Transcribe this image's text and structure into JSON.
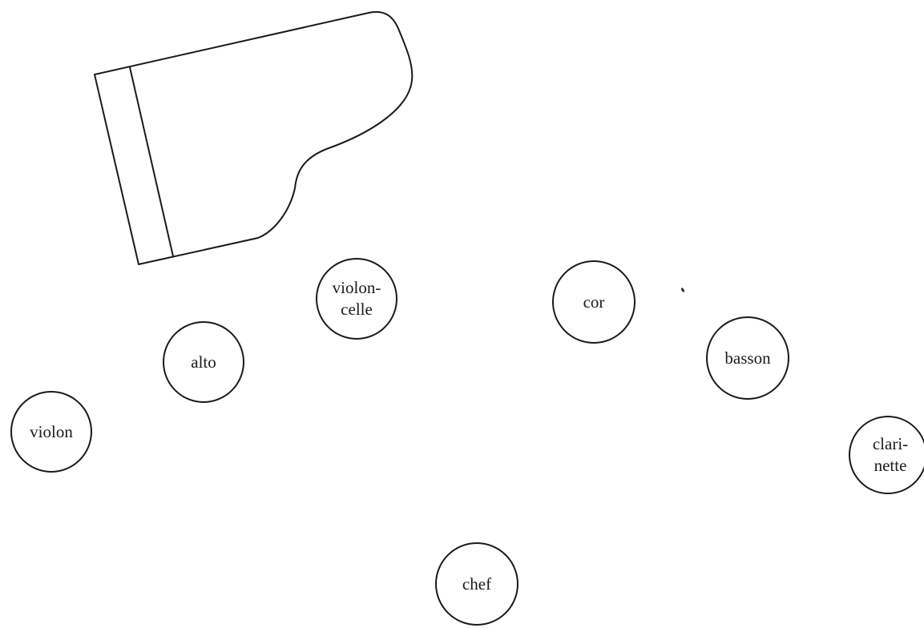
{
  "diagram": {
    "piano": {
      "icon": "grand-piano-icon"
    },
    "seats": [
      {
        "id": "violon",
        "lines": [
          "violon"
        ]
      },
      {
        "id": "alto",
        "lines": [
          "alto"
        ]
      },
      {
        "id": "violoncelle",
        "lines": [
          "violon-",
          "celle"
        ]
      },
      {
        "id": "cor",
        "lines": [
          "cor"
        ]
      },
      {
        "id": "basson",
        "lines": [
          "basson"
        ]
      },
      {
        "id": "clarinette",
        "lines": [
          "clari-",
          "nette"
        ]
      },
      {
        "id": "chef",
        "lines": [
          "chef"
        ]
      }
    ]
  }
}
